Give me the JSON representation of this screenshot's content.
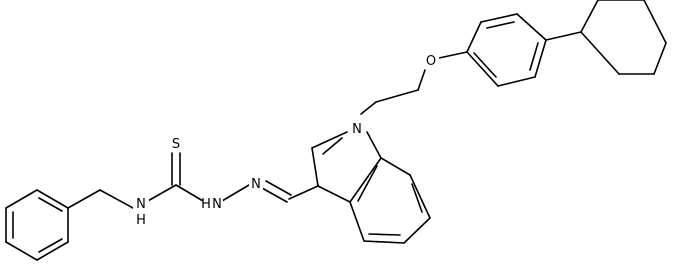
{
  "structure": {
    "atoms": [
      {
        "id": "S",
        "symbol": "S"
      },
      {
        "id": "N1",
        "symbol": "N",
        "sub": "H"
      },
      {
        "id": "N2",
        "symbol": "N",
        "sub": "H"
      },
      {
        "id": "N3",
        "symbol": "N"
      },
      {
        "id": "N4",
        "symbol": "N"
      },
      {
        "id": "O",
        "symbol": "O"
      }
    ]
  }
}
